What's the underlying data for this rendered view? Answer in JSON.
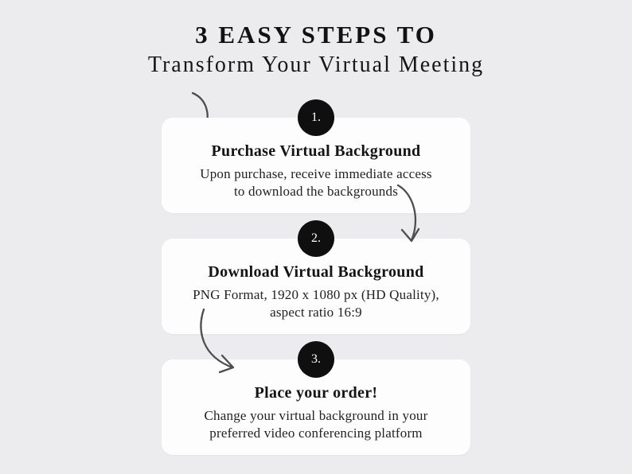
{
  "page": {
    "title": "3 EASY STEPS TO",
    "subtitle": "Transform Your Virtual Meeting"
  },
  "steps": [
    {
      "number": "1.",
      "heading": "Purchase Virtual Background",
      "body": [
        "Upon purchase, receive immediate access",
        "to download the backgrounds"
      ]
    },
    {
      "number": "2.",
      "heading": "Download Virtual Background",
      "body": [
        "PNG Format, 1920 x 1080 px (HD Quality),",
        "aspect ratio 16:9"
      ]
    },
    {
      "number": "3.",
      "heading": "Place your order!",
      "body": [
        "Change your virtual background in your",
        "preferred video conferencing platform"
      ]
    }
  ],
  "icons": {
    "step_arrow": "hand-drawn curved down arrow"
  },
  "colors": {
    "background": "#ececef",
    "card": "#fdfdfd",
    "badge": "#0f0f0f",
    "badge_text": "#ffffff",
    "text": "#1c1c1c",
    "arrow": "#4d4d4d"
  }
}
